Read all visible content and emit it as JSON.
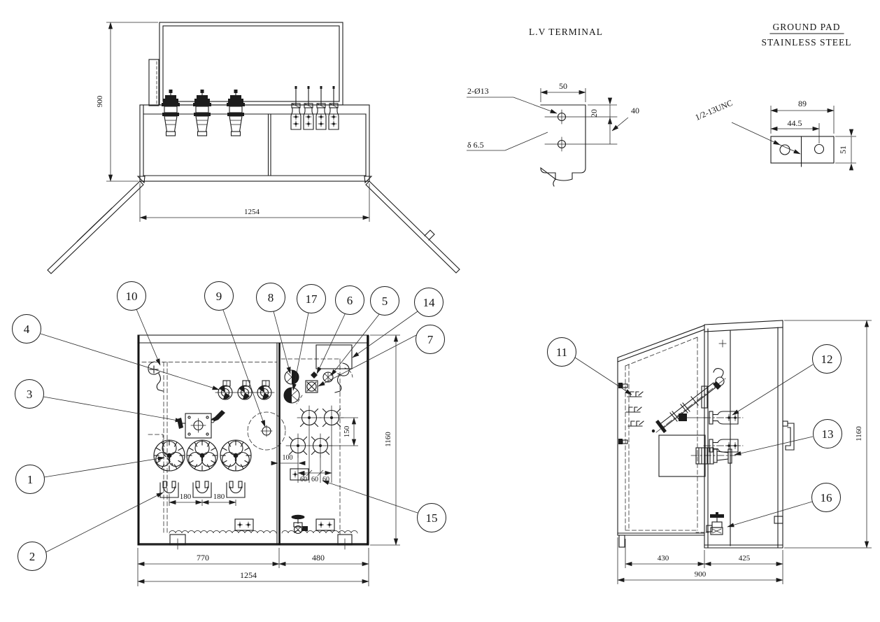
{
  "sheet": {
    "description": "Transformer cabinet outline drawing, four views with part callouts"
  },
  "details": {
    "lv_terminal": {
      "title": "L.V TERMINAL",
      "hole_callout": "2-Ø13",
      "width": "50",
      "edge_to_hole": "20",
      "hole_pitch": "40",
      "thickness": "δ 6.5"
    },
    "ground_pad": {
      "title": "GROUND PAD",
      "material": "STAINLESS STEEL",
      "width": "89",
      "hole_pitch": "44.5",
      "height": "51",
      "thread_callout": "1/2-13UNC"
    }
  },
  "front_view": {
    "dims": {
      "height": "900",
      "width": "1254"
    }
  },
  "plan_view": {
    "dims": {
      "hv_phase_pitch_a": "180",
      "hv_phase_pitch_b": "180",
      "lv_offset": "100",
      "lv_row_pitch": "150",
      "lv_pitch_a": "60",
      "lv_pitch_b": "60",
      "lv_pitch_c": "60",
      "hv_compartment_width": "770",
      "lv_compartment_width": "480",
      "overall_width": "1254",
      "overall_height": "1160"
    }
  },
  "side_view": {
    "dims": {
      "hv_compartment_depth": "430",
      "lv_compartment_depth": "425",
      "overall_depth": "900",
      "overall_height": "1160"
    }
  },
  "callouts": {
    "c1": "1",
    "c2": "2",
    "c3": "3",
    "c4": "4",
    "c5": "5",
    "c6": "6",
    "c7": "7",
    "c8": "8",
    "c9": "9",
    "c10": "10",
    "c11": "11",
    "c12": "12",
    "c13": "13",
    "c14": "14",
    "c15": "15",
    "c16": "16",
    "c17": "17"
  }
}
